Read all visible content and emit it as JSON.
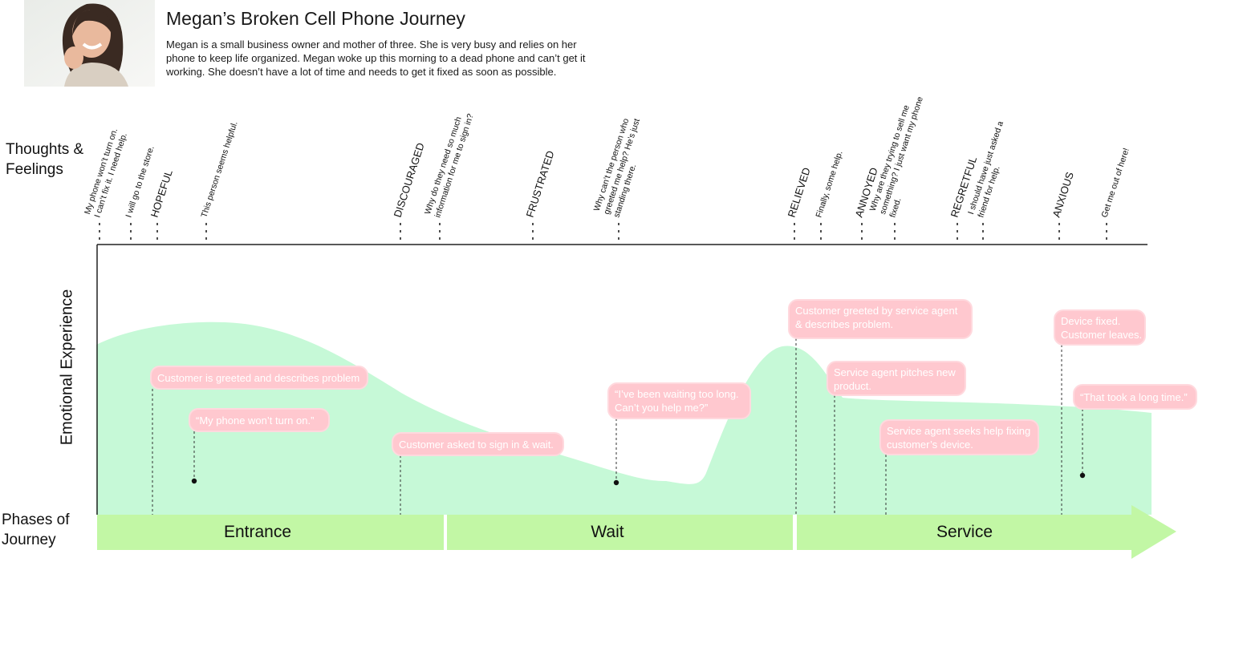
{
  "header": {
    "title": "Megan’s Broken Cell Phone Journey",
    "description": "Megan is a small business owner and mother of three. She is very busy and relies on her phone to keep life organized. Megan woke up this morning to a dead phone and can’t get it working. She doesn’t have a lot of time and needs to get it fixed as soon as possible."
  },
  "rows": {
    "thoughts": "Thoughts & Feelings",
    "emotional": "Emotional Experience",
    "phases": "Phases of Journey"
  },
  "thoughts": [
    {
      "lines": [
        "My phone won’t turn on.",
        "I can’t fix it. I need help."
      ]
    },
    {
      "lines": [
        "I will go to the store."
      ]
    },
    {
      "lines": [
        "HOPEFUL"
      ]
    },
    {
      "lines": [
        "This person seems helpful."
      ]
    },
    {
      "lines": [
        "DISCOURAGED"
      ]
    },
    {
      "lines": [
        "Why do they need so much",
        "information for me to sign in?"
      ]
    },
    {
      "lines": [
        "FRUSTRATED"
      ]
    },
    {
      "lines": [
        "Why can’t the person who",
        "greeted me help? He’s just",
        "standing there."
      ]
    },
    {
      "lines": [
        "RELIEVED"
      ]
    },
    {
      "lines": [
        "Finally, some help."
      ]
    },
    {
      "lines": [
        "ANNOYED"
      ]
    },
    {
      "lines": [
        "Why are they trying to sell me",
        "something? I just want my phone",
        "fixed."
      ]
    },
    {
      "lines": [
        "REGRETFUL"
      ]
    },
    {
      "lines": [
        "I should have just asked a",
        "friend for help."
      ]
    },
    {
      "lines": [
        "ANXIOUS"
      ]
    },
    {
      "lines": [
        "Get me out of here!"
      ]
    }
  ],
  "touchpoints": [
    {
      "lines": [
        "Customer is greeted and describes problem"
      ]
    },
    {
      "lines": [
        "“My phone won’t turn on.”"
      ]
    },
    {
      "lines": [
        "Customer asked to sign in & wait."
      ]
    },
    {
      "lines": [
        "“I’ve been waiting too long.",
        "Can’t you help me?”"
      ]
    },
    {
      "lines": [
        "Customer greeted by service agent",
        "& describes problem."
      ]
    },
    {
      "lines": [
        "Service agent pitches new",
        "product."
      ]
    },
    {
      "lines": [
        "Service agent seeks help fixing",
        "customer’s device."
      ]
    },
    {
      "lines": [
        "Device fixed.",
        "Customer leaves."
      ]
    },
    {
      "lines": [
        "“That took a long time.”"
      ]
    }
  ],
  "phases": [
    {
      "label": "Entrance"
    },
    {
      "label": "Wait"
    },
    {
      "label": "Service"
    }
  ],
  "colors": {
    "area": "#c6f9d7",
    "phase_bar": "#c2f7a5",
    "bubble": "#ffc8cf",
    "bubble_text": "#ffffff",
    "axis": "#222222"
  },
  "icons": {
    "avatar": "woman-portrait"
  }
}
